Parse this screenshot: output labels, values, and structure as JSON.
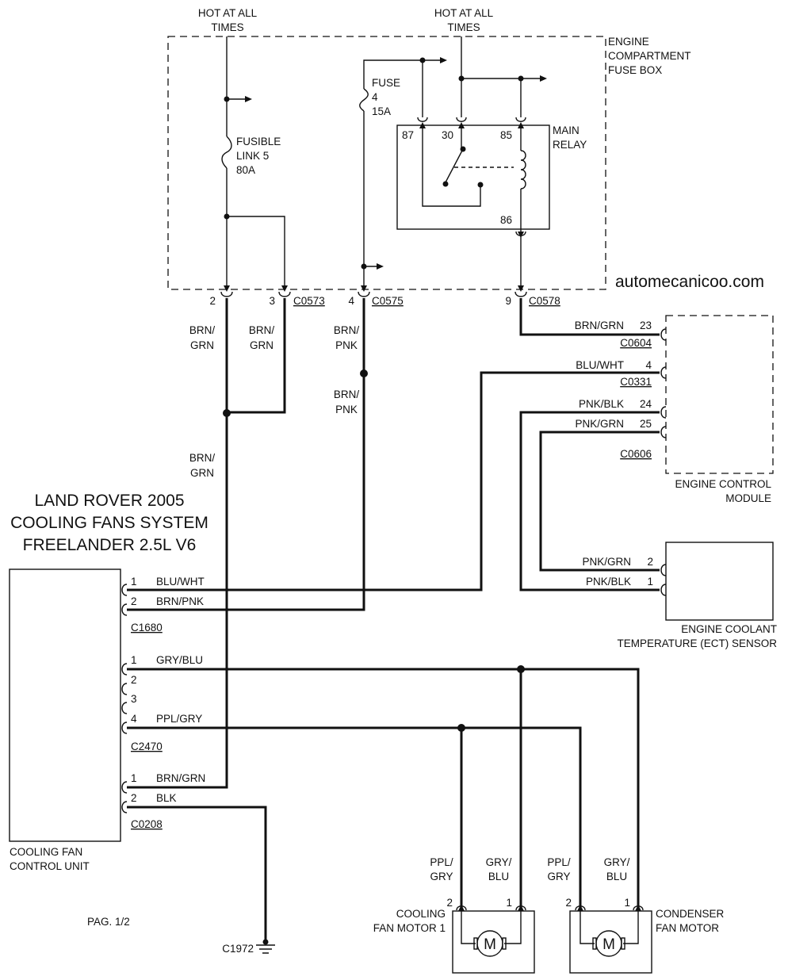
{
  "title": {
    "line1": "LAND ROVER 2005",
    "line2": "COOLING FANS SYSTEM",
    "line3": "FREELANDER 2.5L V6"
  },
  "watermark": "automecanicoo.com",
  "page": "PAG. 1/2",
  "fuse_box": {
    "hot_left_1": "HOT AT ALL",
    "hot_left_2": "TIMES",
    "hot_right_1": "HOT AT ALL",
    "hot_right_2": "TIMES",
    "name_1": "ENGINE",
    "name_2": "COMPARTMENT",
    "name_3": "FUSE BOX",
    "fusible_1": "FUSIBLE",
    "fusible_2": "LINK 5",
    "fusible_3": "80A",
    "fuse_1": "FUSE",
    "fuse_2": "4",
    "fuse_3": "15A",
    "relay_1": "MAIN",
    "relay_2": "RELAY",
    "pin87": "87",
    "pin30": "30",
    "pin85": "85",
    "pin86": "86",
    "c_pin2": "2",
    "c_pin3": "3",
    "c0573": "C0573",
    "c_pin4": "4",
    "c0575": "C0575",
    "c_pin9": "9",
    "c0578": "C0578"
  },
  "wires": {
    "brn_grn_a1": "BRN/",
    "brn_grn_a2": "GRN",
    "brn_grn_b1": "BRN/",
    "brn_grn_b2": "GRN",
    "brn_pnk_a1": "BRN/",
    "brn_pnk_a2": "PNK",
    "brn_pnk_b1": "BRN/",
    "brn_pnk_b2": "PNK",
    "brn_grn_c1": "BRN/",
    "brn_grn_c2": "GRN"
  },
  "ecm": {
    "name_1": "ENGINE CONTROL",
    "name_2": "MODULE",
    "w1": "BRN/GRN",
    "p1": "23",
    "c1": "C0604",
    "w2": "BLU/WHT",
    "p2": "4",
    "c2": "C0331",
    "w3": "PNK/BLK",
    "p3": "24",
    "w4": "PNK/GRN",
    "p4": "25",
    "c4": "C0606"
  },
  "ect": {
    "name_1": "ENGINE COOLANT",
    "name_2": "TEMPERATURE (ECT) SENSOR",
    "w1": "PNK/GRN",
    "p1": "2",
    "w2": "PNK/BLK",
    "p2": "1"
  },
  "cfcu": {
    "name_1": "COOLING FAN",
    "name_2": "CONTROL UNIT",
    "c1680_p1": "1",
    "c1680_w1": "BLU/WHT",
    "c1680_p2": "2",
    "c1680_w2": "BRN/PNK",
    "c1680": "C1680",
    "c2470_p1": "1",
    "c2470_w1": "GRY/BLU",
    "c2470_p2": "2",
    "c2470_p3": "3",
    "c2470_p4": "4",
    "c2470_w4": "PPL/GRY",
    "c2470": "C2470",
    "c0208_p1": "1",
    "c0208_w1": "BRN/GRN",
    "c0208_p2": "2",
    "c0208_w2": "BLK",
    "c0208": "C0208"
  },
  "motors": {
    "m1_name_1": "COOLING",
    "m1_name_2": "FAN MOTOR 1",
    "m2_name_1": "CONDENSER",
    "m2_name_2": "FAN MOTOR",
    "ppl_1": "PPL/",
    "ppl_2": "GRY",
    "gry_1": "GRY/",
    "gry_2": "BLU",
    "ppl2_1": "PPL/",
    "ppl2_2": "GRY",
    "gry2_1": "GRY/",
    "gry2_2": "BLU",
    "m1_p2": "2",
    "m1_p1": "1",
    "m2_p2": "2",
    "m2_p1": "1",
    "m": "M",
    "m2": "M"
  },
  "ground": "C1972"
}
